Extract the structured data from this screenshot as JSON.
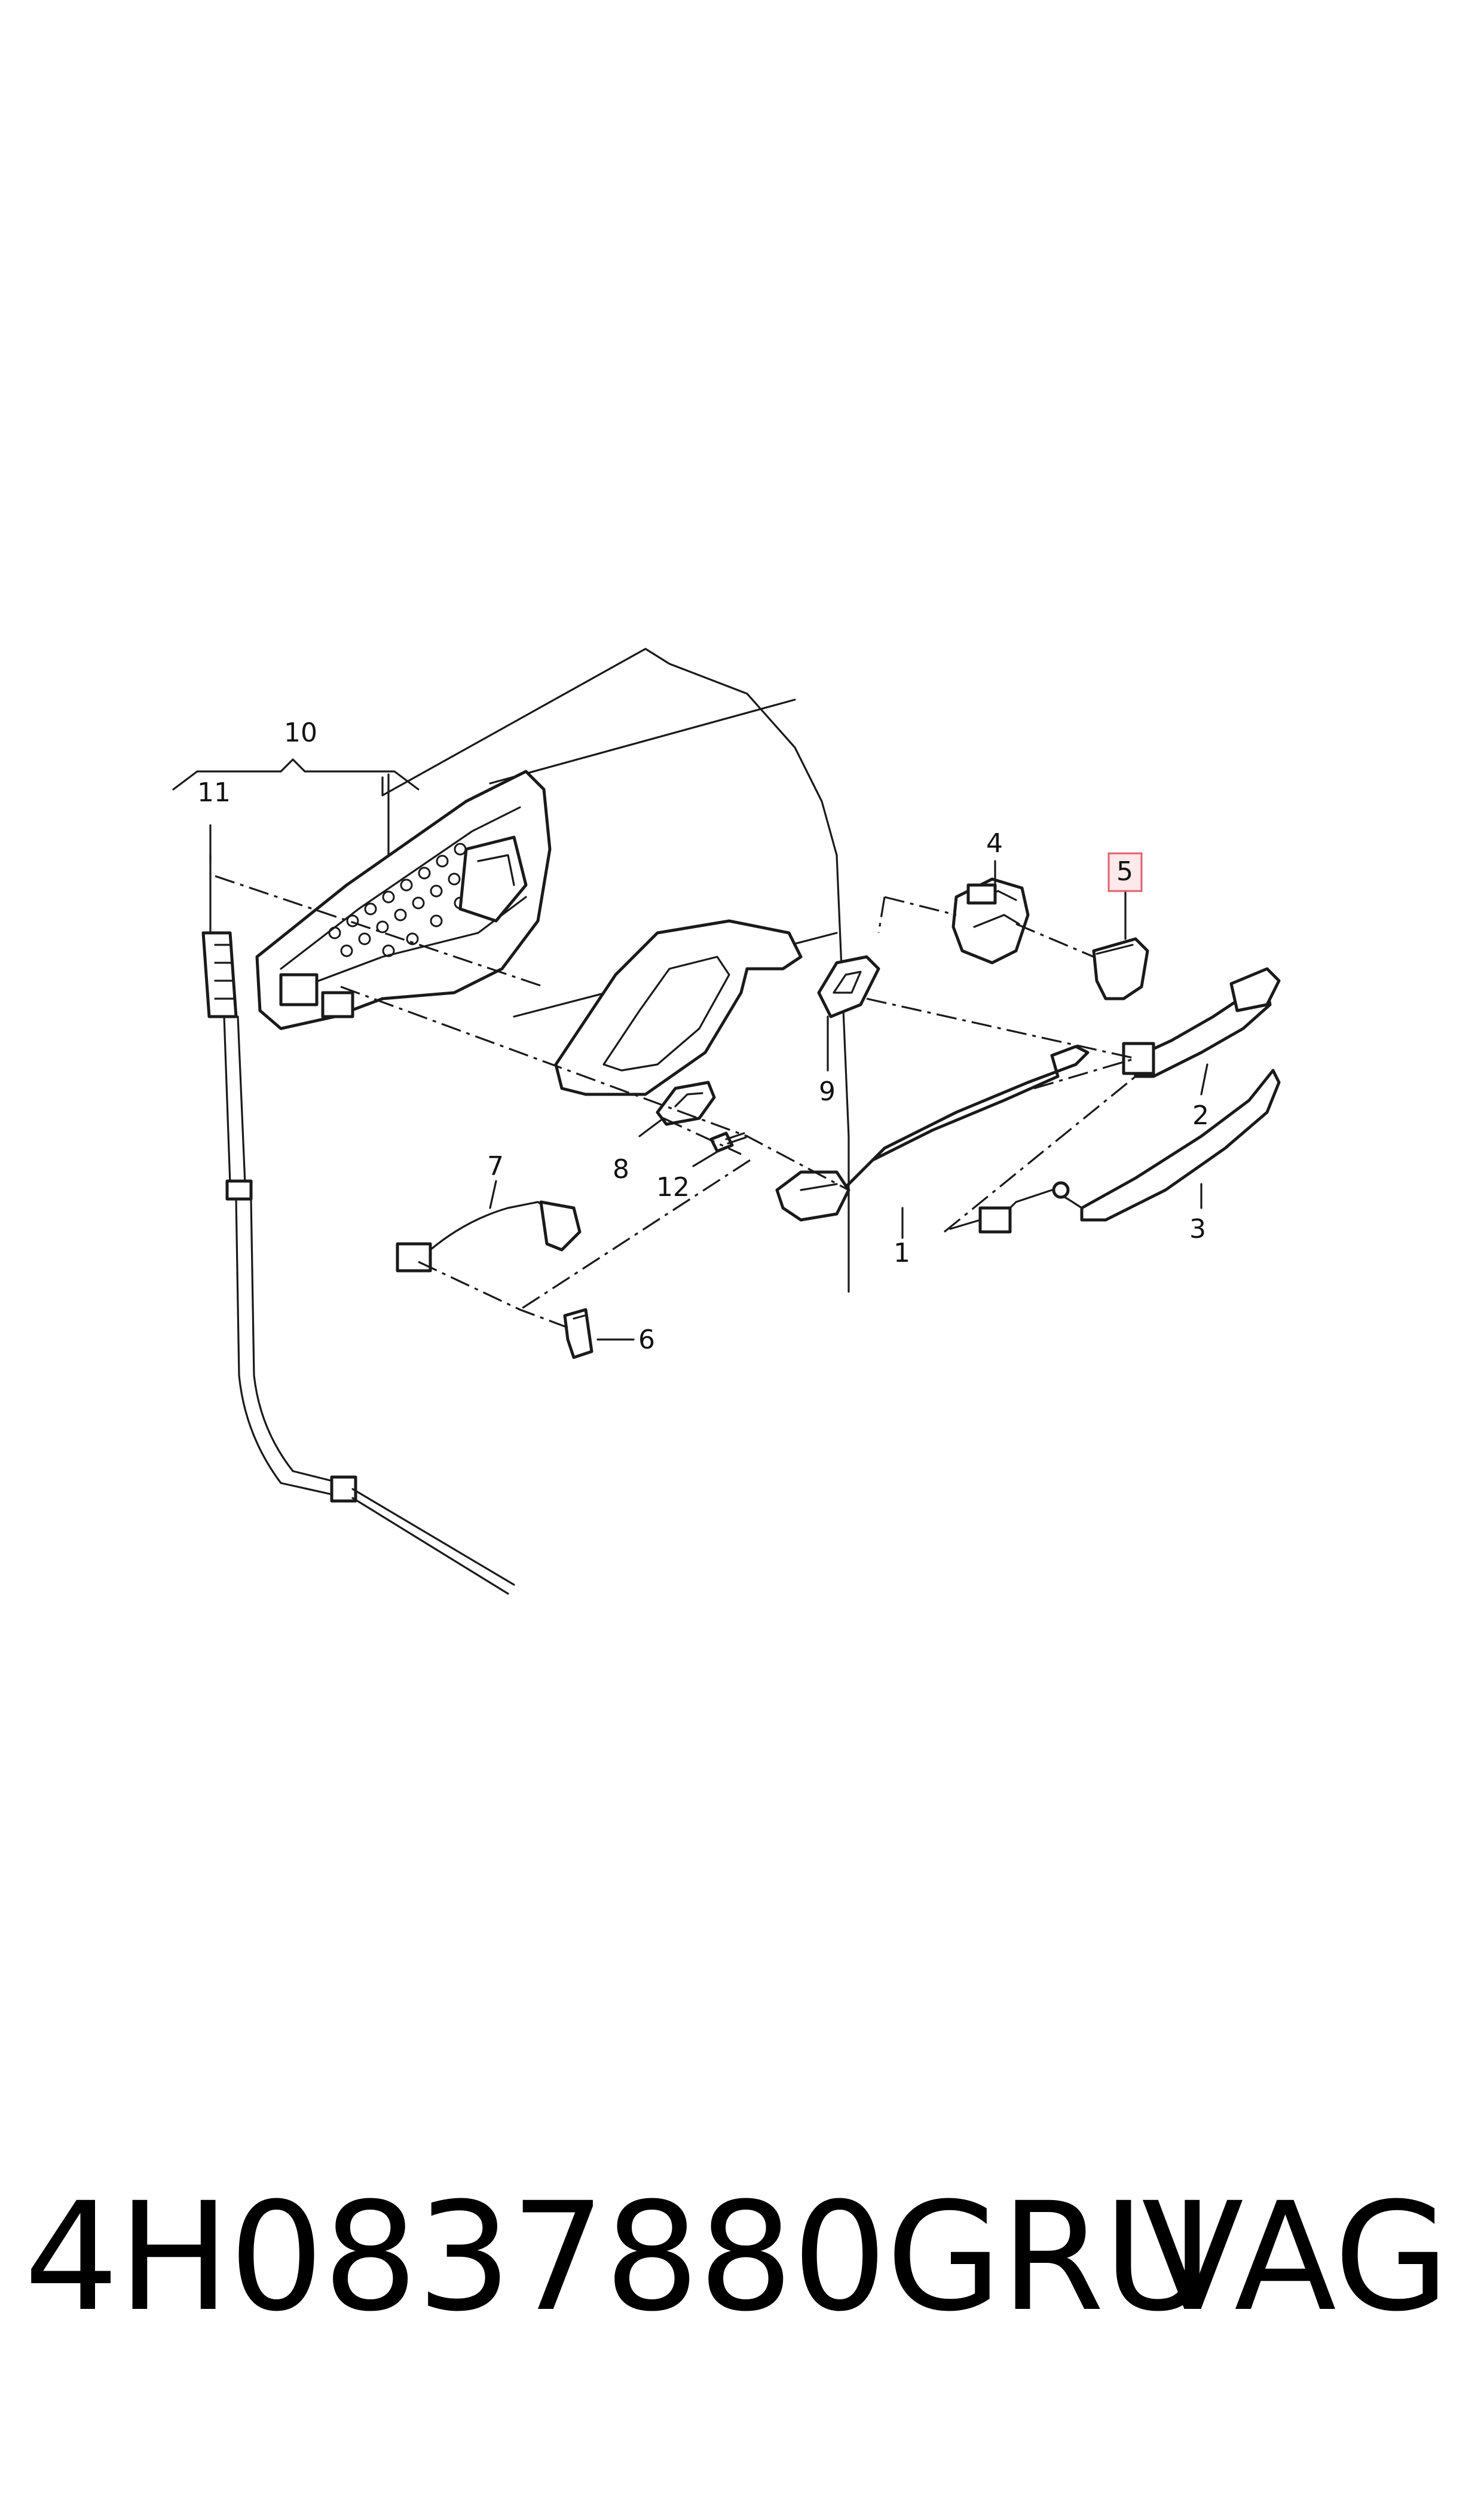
{
  "diagram": {
    "callouts": [
      {
        "id": "1",
        "label": "1"
      },
      {
        "id": "2",
        "label": "2"
      },
      {
        "id": "3",
        "label": "3"
      },
      {
        "id": "4",
        "label": "4"
      },
      {
        "id": "5",
        "label": "5",
        "highlighted": true
      },
      {
        "id": "6",
        "label": "6"
      },
      {
        "id": "7",
        "label": "7"
      },
      {
        "id": "8",
        "label": "8"
      },
      {
        "id": "9",
        "label": "9"
      },
      {
        "id": "10",
        "label": "10"
      },
      {
        "id": "11",
        "label": "11"
      },
      {
        "id": "12",
        "label": "12"
      }
    ],
    "highlight_color": "#e06070",
    "highlight_fill": "#fde8ea"
  },
  "footer": {
    "part_number": "4H0837880GRU",
    "brand": "VAG"
  }
}
